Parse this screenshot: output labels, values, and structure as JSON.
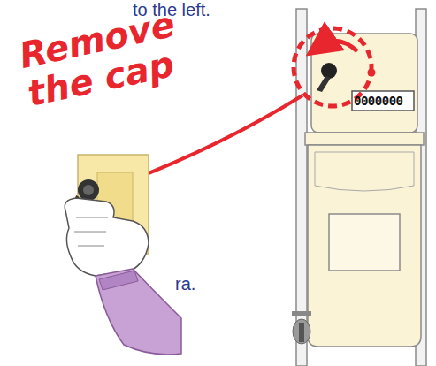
{
  "diagram": {
    "labels": [
      "to the left.",
      "Remove the cap",
      "ra.",
      "0000000"
    ]
  }
}
